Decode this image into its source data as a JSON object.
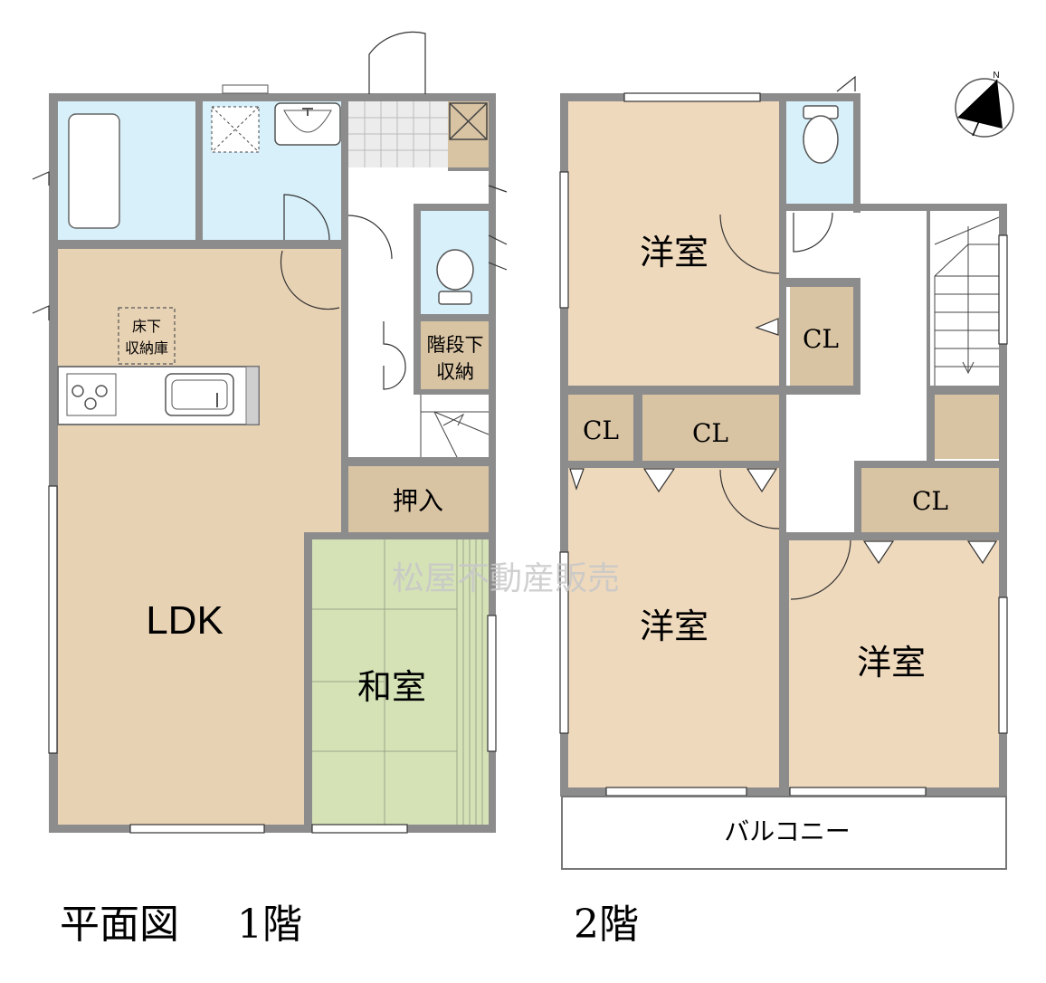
{
  "colors": {
    "wall": "#8c8c8c",
    "wall_inner": "#5c5c5c",
    "ldk_floor": "#e8d2b4",
    "wet_floor": "#d8f0fa",
    "washitsu_floor": "#d5e2b6",
    "storage_floor": "#d8c3a3",
    "hall_floor": "#ffffff",
    "watermark": "#c8c8c8"
  },
  "floor1": {
    "title": "平面図",
    "level": "1階",
    "rooms": {
      "ldk": "LDK",
      "washitsu": "和室",
      "oshiire": "押入",
      "kaidan_line1": "階段下",
      "kaidan_line2": "収納",
      "yukashita_line1": "床下",
      "yukashita_line2": "収納庫"
    }
  },
  "floor2": {
    "level": "2階",
    "rooms": {
      "youshitsu_nw": "洋室",
      "youshitsu_sw": "洋室",
      "youshitsu_se": "洋室",
      "cl_a": "CL",
      "cl_b": "CL",
      "cl_c": "CL",
      "cl_d": "CL",
      "balcony": "バルコニー"
    }
  },
  "watermark": "松屋不動産販売",
  "icons": {
    "compass": "north-arrow-icon",
    "north_letter": "N"
  }
}
